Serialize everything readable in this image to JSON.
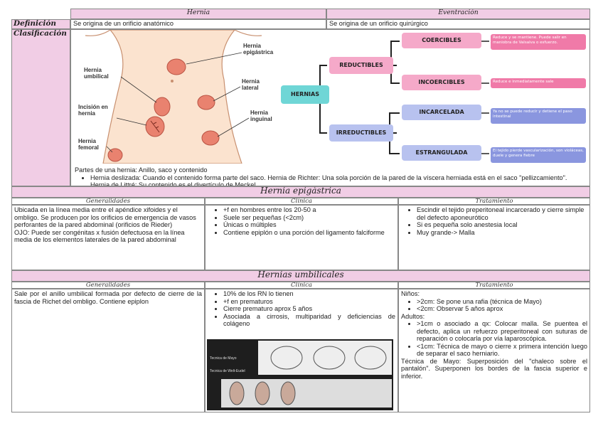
{
  "header": {
    "col1": "Hernia",
    "col2": "Eventración"
  },
  "definicion": {
    "label": "Definición",
    "hernia": "Se origina de un orificio anatómico",
    "eventracion": "Se origina de un orificio quirúrgico"
  },
  "clasificacion": {
    "label": "Clasificación",
    "body_labels": [
      "Hernia umbilical",
      "Hernia epigástrica",
      "Hernia lateral",
      "Incisión en hernia",
      "Hernia inguinal",
      "Hernia femoral"
    ],
    "mindmap": {
      "root": "HERNIAS",
      "reductibles": "REDUCTIBLES",
      "irreductibles": "IRREDUCTIBLES",
      "coercibles": "COERCIBLES",
      "incoercibles": "INCOERCIBLES",
      "incarcelada": "INCARCELADA",
      "estrangulada": "ESTRANGULADA",
      "coercibles_note": "Reduce y se mantiene. Puede salir en maniobra de Valsalva o esfuerzo.",
      "incoercibles_note": "Reduce e inmediatamente sale",
      "incarcelada_note": "Ya no se puede reducir y detiene el paso intestinal",
      "estrangulada_note": "El tejido pierde vascularización, son violáceas, duele y genera fiebre"
    },
    "partes": "Partes de una hernia: Anillo, saco y contenido",
    "bullet": "Hernia deslizada: Cuando el contenido forma parte del saco. Hernia de Richter: Una sola porción de la pared de la víscera herniada está en el saco \"pellizcamiento\". Hernia de Littré: Su contenido es el divertículo de Meckel"
  },
  "epigastrica": {
    "title": "Hernia epigástrica",
    "col_gen": "Generalidades",
    "col_cli": "Clínica",
    "col_tra": "Tratamiento",
    "generalidades": [
      "Ubicada en la línea media entre el apéndice xifoides y el ombligo. Se producen por los orificios de emergencia de vasos perforantes de la pared abdominal (orificios de Rieder)",
      "OJO: Puede ser congénitas x fusión defectuosa en la línea media de los elementos laterales de la pared abdominal"
    ],
    "clinica": [
      "+f en hombres entre los 20-50 a",
      "Suele ser pequeñas (<2cm)",
      "Únicas o múltiples",
      "Contiene epiplón o una porción del ligamento falciforme"
    ],
    "tratamiento": [
      "Escindir el tejido preperitoneal incarcerado y cierre simple del defecto aponeurótico",
      "Si es pequeña solo anestesia local",
      "Muy grande-> Malla"
    ]
  },
  "umbilicales": {
    "title": "Hernias umbilicales",
    "col_gen": "Generalidades",
    "col_cli": "Clínica",
    "col_tra": "Tratamiento",
    "generalidades": "Sale por el anillo umbilical formada por defecto de cierre de la fascia de Richet del ombligo. Contiene epiplon",
    "clinica": [
      "10% de los RN lo tienen",
      "+f en prematuros",
      "Cierre prematuro aprox 5 años",
      "Asociada a cirrosis, multiparidad y deficiencias de colágeno"
    ],
    "figure_labels": [
      "Tecnica de Mayo",
      "Tecnica de Welt-Eudel"
    ],
    "tratamiento": {
      "ninos": "Niños:",
      "ninos_items": [
        ">2cm: Se pone una rafia (técnica de Mayo)",
        "<2cm: Observar 5 años aprox"
      ],
      "adultos": "Adultos:",
      "adultos_items": [
        ">1cm o asociado a qx: Colocar malla. Se puentea el defecto, aplica un refuerzo preperitoneal con suturas de reparación o colocarla por vía laparoscópica.",
        "<1cm: Técnica de mayo o cierre x primera intención luego de separar el saco herniario."
      ],
      "nota": "Técnica de Mayo: Superposición del \"chaleco sobre el pantalón\". Superponen los bordes de la fascia superior e inferior."
    }
  }
}
